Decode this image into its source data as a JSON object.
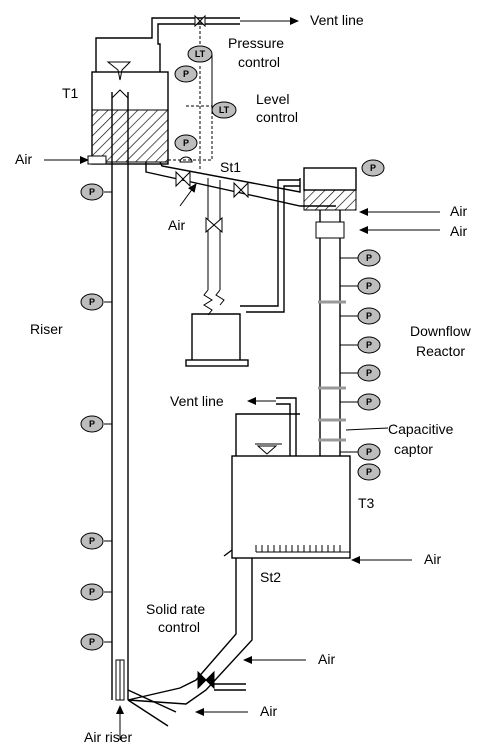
{
  "labels": {
    "vent_line_top": "Vent line",
    "pressure_control_1": "Pressure",
    "pressure_control_2": "control",
    "t1": "T1",
    "level_control_1": "Level",
    "level_control_2": "control",
    "air_t1": "Air",
    "st1": "St1",
    "air_st1": "Air",
    "air_reactor_1": "Air",
    "air_reactor_2": "Air",
    "riser": "Riser",
    "downflow_1": "Downflow",
    "downflow_2": "Reactor",
    "vent_line_mid": "Vent line",
    "capacitive_1": "Capacitive",
    "capacitive_2": "captor",
    "t3": "T3",
    "air_t3": "Air",
    "st2": "St2",
    "solid_rate_1": "Solid rate",
    "solid_rate_2": "control",
    "air_solid_1": "Air",
    "air_solid_2": "Air",
    "air_riser": "Air riser"
  },
  "instruments": {
    "pressure_tag": "P",
    "level_tag": "LT"
  }
}
